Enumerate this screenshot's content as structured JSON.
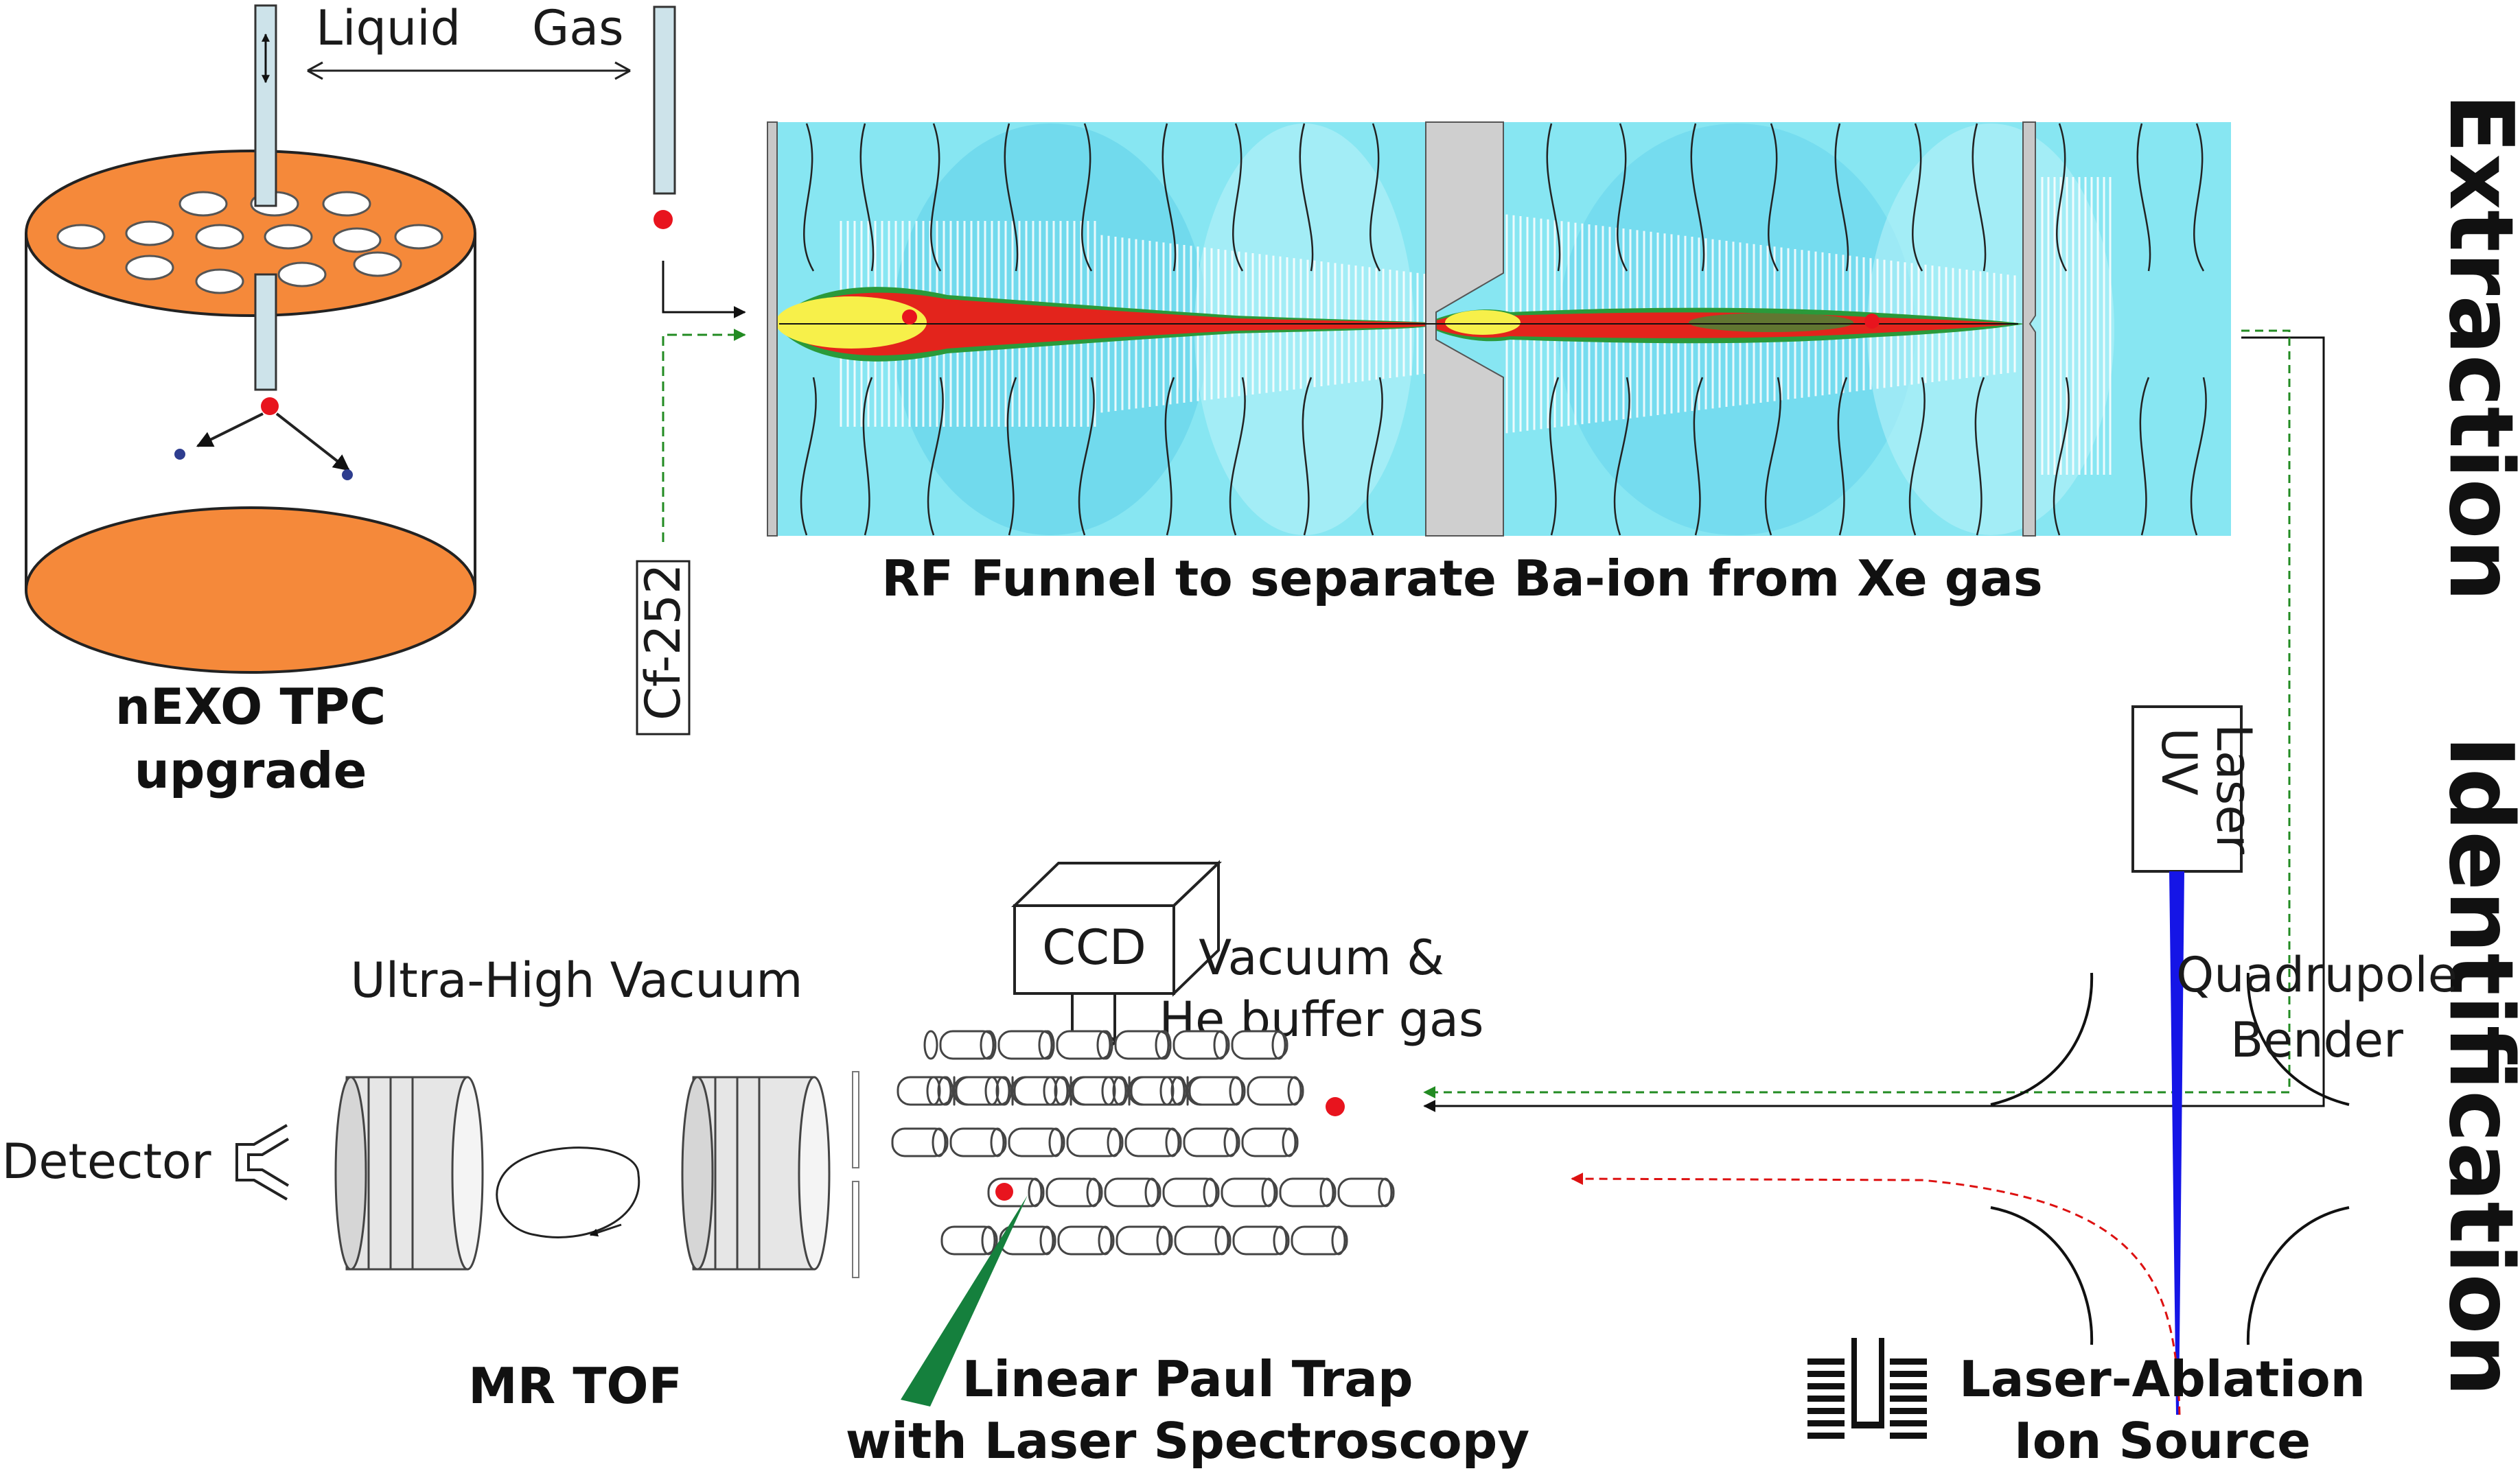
{
  "labels": {
    "liquid": "Liquid",
    "gas": "Gas",
    "cf252": "Cf-252",
    "tpc_line1": "nEXO TPC",
    "tpc_line2": "upgrade",
    "funnel_caption": "RF Funnel to separate Ba-ion from Xe gas",
    "extraction": "Extraction",
    "identification": "Identification",
    "uv_laser_line1": "UV",
    "uv_laser_line2": "Laser",
    "ccd": "CCD",
    "uhv": "Ultra-High Vacuum",
    "detector": "Detector",
    "mrtof": "MR TOF",
    "vacuum_line1": "Vacuum &",
    "vacuum_line2": "He buffer gas",
    "quad_line1": "Quadrupole",
    "quad_line2": "Bender",
    "paul_line1": "Linear Paul Trap",
    "paul_line2": "with Laser Spectroscopy",
    "ablation_line1": "Laser-Ablation",
    "ablation_line2": "Ion Source"
  },
  "colors": {
    "tpc_orange": "#f5893a",
    "funnel_background": "#87e6f2",
    "beam_red": "#e3241c",
    "beam_yellow": "#f7f04a",
    "ion_red": "#e8141e",
    "electron_blue": "#2e3d8f",
    "uv_beam": "#1515e6",
    "green_path": "#228b22",
    "red_path": "#dd1111",
    "laser_green": "#15803d",
    "electrode_gray": "#cfcfcf"
  }
}
